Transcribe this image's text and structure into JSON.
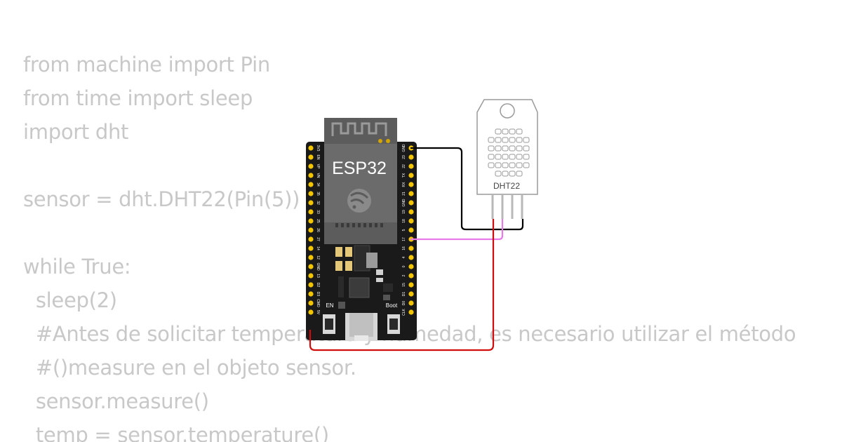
{
  "code_lines": [
    "from machine import Pin",
    "from time import sleep",
    "import dht",
    "",
    "sensor = dht.DHT22(Pin(5))",
    "",
    "while True:",
    "  sleep(2)",
    "  #Antes de solicitar temperatura y humedad, es necesario utilizar el método",
    "  #()measure en el objeto sensor.",
    "  sensor.measure()",
    "  temp = sensor.temperature()"
  ],
  "board": {
    "label": "ESP32",
    "en_label": "EN",
    "boot_label": "Boot",
    "left_pins": [
      "3V3",
      "EN",
      "VP",
      "VN",
      "34",
      "35",
      "32",
      "33",
      "25",
      "26",
      "27",
      "14",
      "12",
      "GND",
      "13",
      "D2",
      "D3",
      "CMD",
      "5V"
    ],
    "right_pins": [
      "GND",
      "23",
      "22",
      "TX",
      "RX",
      "21",
      "GND",
      "19",
      "18",
      "5",
      "17",
      "16",
      "4",
      "0",
      "2",
      "15",
      "D1",
      "D0",
      "CLK"
    ]
  },
  "sensor": {
    "label": "DHT22"
  },
  "colors": {
    "code_text": "#c8c8c8",
    "board_body": "#1a1a1a",
    "module": "#5a5a5a",
    "pin": "#f2c500",
    "wire_gnd": "#000000",
    "wire_data": "#e67ae6",
    "wire_power": "#d10c0c",
    "sensor_body": "#ffffff"
  }
}
